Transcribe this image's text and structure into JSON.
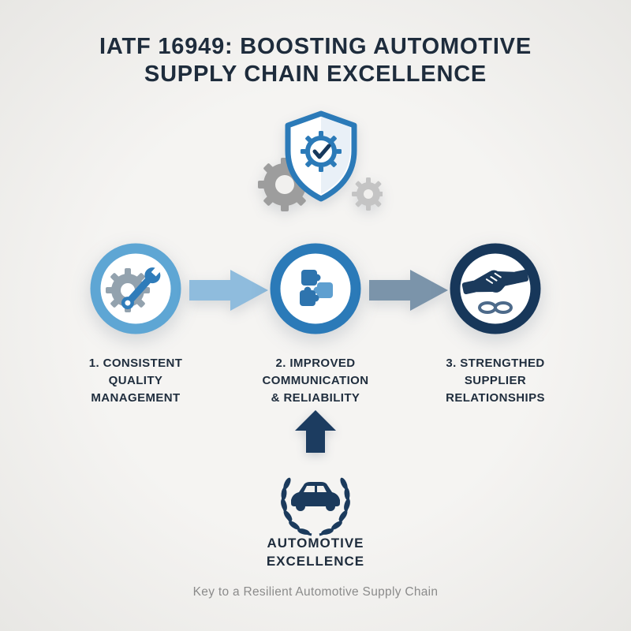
{
  "title": {
    "line1": "IATF 16949: BOOSTING AUTOMOTIVE",
    "line2": "SUPPLY CHAIN EXCELLENCE"
  },
  "header_emblem": {
    "icon": "shield-gear-check-icon"
  },
  "steps": [
    {
      "label": "1. CONSISTENT\nQUALITY\nMANAGEMENT",
      "icon": "gear-wrench-icon",
      "ring_color": "#5ea6d4"
    },
    {
      "label": "2. IMPROVED\nCOMMUNICATION\n& RELIABILITY",
      "icon": "puzzle-pieces-icon",
      "ring_color": "#2b7ab8"
    },
    {
      "label": "3. STRENGTHED\nSUPPLIER\nRELATIONSHIPS",
      "icon": "handshake-chain-icon",
      "ring_color": "#17375a"
    }
  ],
  "arrows": [
    {
      "color": "#8fbcdd"
    },
    {
      "color": "#7b94aa"
    }
  ],
  "bottom": {
    "up_arrow_color": "#1c3c60",
    "emblem_icon": "laurel-car-icon",
    "emblem_label": "AUTOMOTIVE\nEXCELLENCE",
    "footer": "Key to a Resilient Automotive Supply Chain"
  },
  "colors": {
    "background": "#f1f0ee",
    "title_text": "#1e2c3c",
    "label_text": "#1f2d3d",
    "footer_text": "#8b8b8b",
    "shield_blue": "#2b7ab8",
    "navy": "#1b3a5c",
    "gear_gray": "#9d9d9d"
  }
}
